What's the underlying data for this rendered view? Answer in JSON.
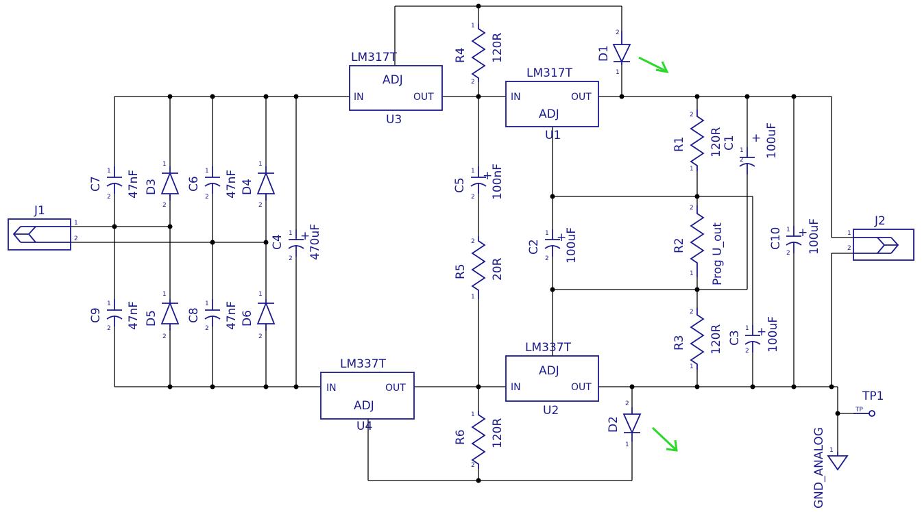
{
  "colors": {
    "wire": "#000000",
    "component": "#1a1a8c",
    "arrow": "#2bd82b",
    "background": "#ffffff"
  },
  "connectors": [
    {
      "ref": "J1",
      "pins": [
        "1",
        "2"
      ]
    },
    {
      "ref": "J2",
      "pins": [
        "1",
        "2"
      ]
    }
  ],
  "regulators": [
    {
      "ref": "U3",
      "part": "LM317T",
      "in": "IN",
      "out": "OUT",
      "adj": "ADJ"
    },
    {
      "ref": "U1",
      "part": "LM317T",
      "in": "IN",
      "out": "OUT",
      "adj": "ADJ"
    },
    {
      "ref": "U4",
      "part": "LM337T",
      "in": "IN",
      "out": "OUT",
      "adj": "ADJ"
    },
    {
      "ref": "U2",
      "part": "LM337T",
      "in": "IN",
      "out": "OUT",
      "adj": "ADJ"
    }
  ],
  "resistors": [
    {
      "ref": "R4",
      "value": "120R"
    },
    {
      "ref": "R5",
      "value": "20R"
    },
    {
      "ref": "R6",
      "value": "120R"
    },
    {
      "ref": "R1",
      "value": "120R"
    },
    {
      "ref": "R2",
      "value": "Prog U_out"
    },
    {
      "ref": "R3",
      "value": "120R"
    }
  ],
  "capacitors": [
    {
      "ref": "C7",
      "value": "47nF"
    },
    {
      "ref": "C6",
      "value": "47nF"
    },
    {
      "ref": "C9",
      "value": "47nF"
    },
    {
      "ref": "C8",
      "value": "47nF"
    },
    {
      "ref": "C4",
      "value": "470uF"
    },
    {
      "ref": "C5",
      "value": "100nF"
    },
    {
      "ref": "C2",
      "value": "100uF"
    },
    {
      "ref": "C1",
      "value": "100uF"
    },
    {
      "ref": "C3",
      "value": "100uF"
    },
    {
      "ref": "C10",
      "value": "100uF"
    }
  ],
  "diodes": [
    {
      "ref": "D3"
    },
    {
      "ref": "D4"
    },
    {
      "ref": "D5"
    },
    {
      "ref": "D6"
    },
    {
      "ref": "D1"
    },
    {
      "ref": "D2"
    }
  ],
  "testpoint": {
    "ref": "TP1",
    "pin_label": "TP"
  },
  "ground": {
    "label": "GND_ANALOG"
  },
  "pins": {
    "one": "1",
    "two": "2",
    "plus": "+"
  }
}
